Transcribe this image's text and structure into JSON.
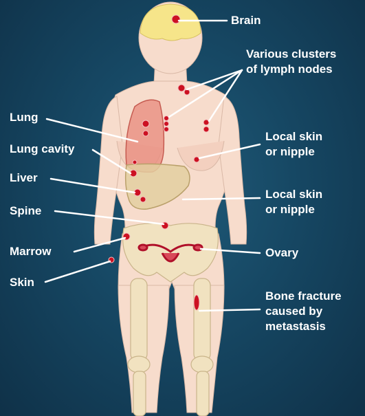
{
  "colors": {
    "background": "#164763",
    "skin": "#f7dccc",
    "brain": "#f6e58a",
    "lung": "#e88a7c",
    "liver": "#e3cfa0",
    "bone": "#f1e2c0",
    "metastasis": "#cc1122",
    "text": "#ffffff"
  },
  "labels": {
    "brain": "Brain",
    "lymph_nodes": "Various clusters\nof lymph nodes",
    "lung": "Lung",
    "lung_cavity": "Lung cavity",
    "liver": "Liver",
    "skin_nipple_1": "Local skin\nor nipple",
    "skin_nipple_2": "Local skin\nor nipple",
    "spine": "Spine",
    "marrow": "Marrow",
    "ovary": "Ovary",
    "skin": "Skin",
    "bone_fracture": "Bone fracture\ncaused by\nmetastasis"
  }
}
